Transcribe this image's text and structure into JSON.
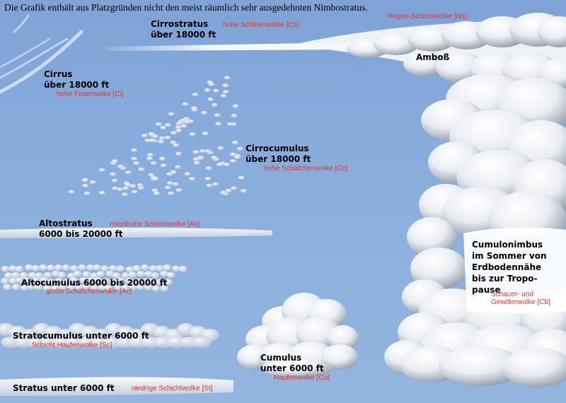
{
  "caption": "Die Grafik enthält aus Platzgründen nicht den meist räumlich sehr ausgedehnten Nimbostratus.",
  "colors": {
    "sky": "#84a6d6",
    "red_label": "#e8342a",
    "text": "#000000"
  },
  "clouds": {
    "nimbostratus": {
      "german": "Regen-Schichtwolke [Ns]"
    },
    "cirrostratus": {
      "name": "Cirrostratus",
      "height": "über 18000 ft",
      "german": "hohe Schleierwolke [Cs]"
    },
    "cirrus": {
      "name": "Cirrus",
      "height": "über 18000 ft",
      "german": "hohe Federwolke [Ci]"
    },
    "cirrocumulus": {
      "name": "Cirrocumulus",
      "height": "über 18000 ft",
      "german": "hohe Schäfchenwolke [Cc]"
    },
    "altostratus": {
      "name": "Altostratus",
      "height": "6000 bis 20000 ft",
      "german": "mittelhohe Schichtwolke [As]"
    },
    "altocumulus": {
      "title": "Altocumulus  6000 bis 20000 ft",
      "german": "grobe Schäfchenwolke [Ac]"
    },
    "stratocumulus": {
      "title": "Stratocumulus unter 6000 ft",
      "german": "Schicht Haufenwolke [Sc]"
    },
    "stratus": {
      "title": "Stratus  unter 6000 ft",
      "german": "niedrige Schichtwolke [St]"
    },
    "cumulus": {
      "name": "Cumulus",
      "height": "unter 6000 ft",
      "german": "Haufenwolke [Cu]"
    },
    "amboss": {
      "name": "Amboß"
    },
    "cumulonimbus": {
      "line1": "Cumulonimbus",
      "line2": "im Sommer von",
      "line3": "Erdbodennähe",
      "line4": "bis zur Tropo-",
      "line5": "pause",
      "german1": "Schauer- und",
      "german2": "Gewitterwolke [Cb]"
    }
  }
}
